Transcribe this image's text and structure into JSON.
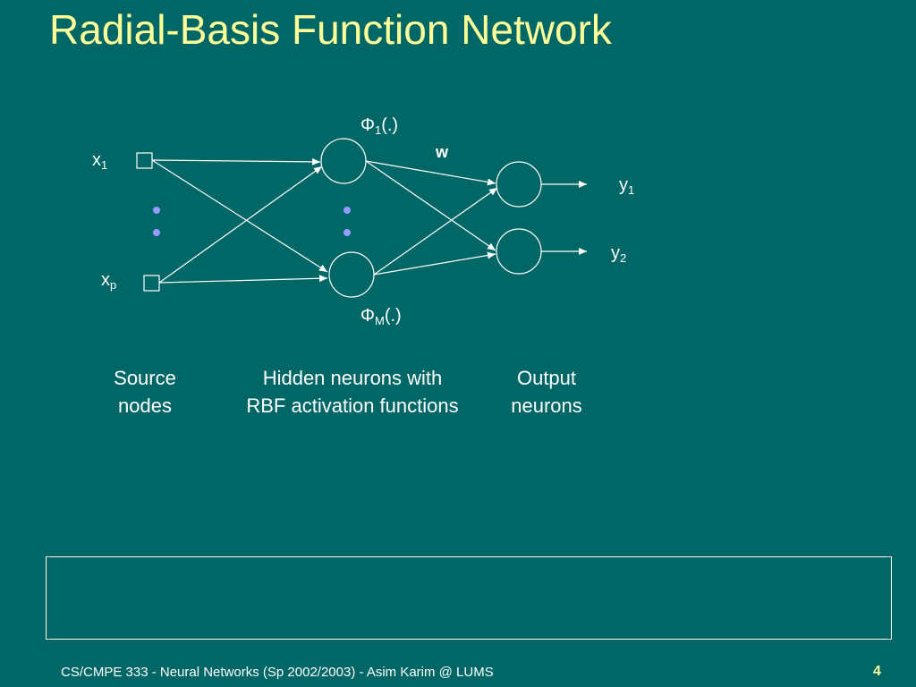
{
  "slide": {
    "title": "Radial-Basis Function Network",
    "footer": "CS/CMPE 333 - Neural Networks (Sp 2002/2003) - Asim Karim @ LUMS",
    "page_number": "4"
  },
  "diagram": {
    "inputs": [
      {
        "var": "x",
        "sub": "1"
      },
      {
        "var": "x",
        "sub": "p"
      }
    ],
    "hidden": [
      {
        "symbol": "Φ",
        "sub": "1",
        "suffix": "(.)"
      },
      {
        "symbol": "Φ",
        "sub": "M",
        "suffix": "(.)"
      }
    ],
    "outputs": [
      {
        "var": "y",
        "sub": "1"
      },
      {
        "var": "y",
        "sub": "2"
      }
    ],
    "weight_label": "w",
    "captions": {
      "source": [
        "Source",
        "nodes"
      ],
      "hidden": [
        "Hidden neurons with",
        "RBF activation functions"
      ],
      "output": [
        "Output",
        "neurons"
      ]
    }
  },
  "colors": {
    "background": "#006666",
    "title": "#ffff99",
    "ellipsis_dots": "#9999ff",
    "lines": "#ffffff"
  }
}
